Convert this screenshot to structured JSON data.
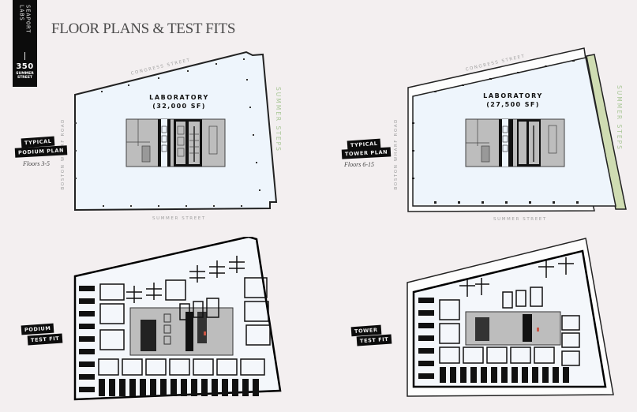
{
  "spine": {
    "brand": "SEAPORT LABS",
    "number": "350",
    "street_line1": "SUMMER",
    "street_line2": "STREET"
  },
  "page_title": "FLOOR PLANS & TEST FITS",
  "colors": {
    "background": "#f3eff0",
    "floor_fill": "#eef5fc",
    "core_fill": "#b9b9b9",
    "summer_steps_green": "#cfdcb2",
    "summer_steps_text": "#a9c797",
    "tag_bg": "#0c0c0c"
  },
  "plans": {
    "podium_plan": {
      "tag_line1": "TYPICAL",
      "tag_line2": "PODIUM PLAN",
      "floors": "Floors 3-5",
      "lab_label": "LABORATORY",
      "lab_area": "(32,000 SF)",
      "street_north": "CONGRESS STREET",
      "street_south": "SUMMER STREET",
      "street_west": "BOSTON WHARF ROAD",
      "street_east": "SUMMER STEPS"
    },
    "tower_plan": {
      "tag_line1": "TYPICAL",
      "tag_line2": "TOWER PLAN",
      "floors": "Floors 6-15",
      "lab_label": "LABORATORY",
      "lab_area": "(27,500 SF)",
      "street_north": "CONGRESS STREET",
      "street_south": "SUMMER STREET",
      "street_west": "BOSTON WHARF ROAD",
      "street_east": "SUMMER STEPS"
    },
    "podium_test_fit": {
      "tag_line1": "PODIUM",
      "tag_line2": "TEST FIT"
    },
    "tower_test_fit": {
      "tag_line1": "TOWER",
      "tag_line2": "TEST FIT"
    }
  }
}
